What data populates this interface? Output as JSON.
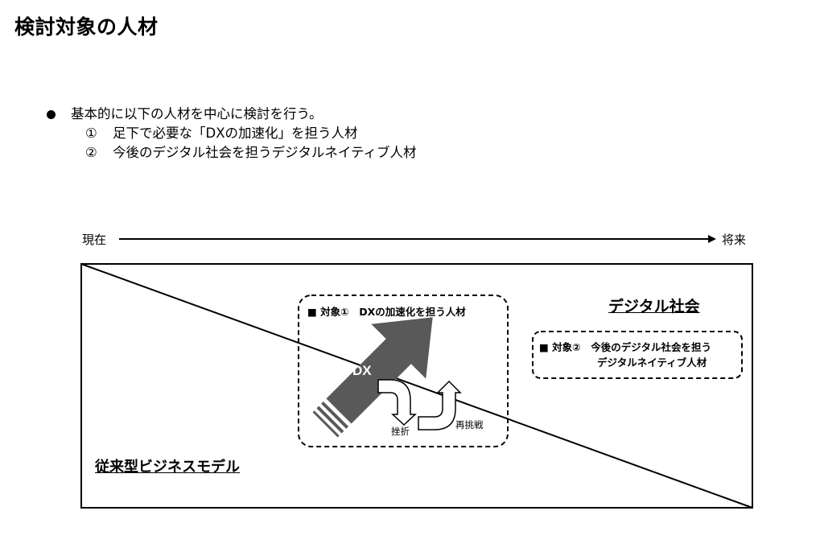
{
  "page_title": "検討対象の人材",
  "intro": {
    "bullet_text": "基本的に以下の人材を中心に検討を行う。",
    "items": [
      {
        "num": "①",
        "text": "足下で必要な「DXの加速化」を担う人材"
      },
      {
        "num": "②",
        "text": "今後のデジタル社会を担うデジタルネイティブ人材"
      }
    ]
  },
  "timeline": {
    "start_label": "現在",
    "end_label": "将来"
  },
  "diagram": {
    "legacy_label": "従来型ビジネスモデル",
    "digital_label": "デジタル社会",
    "target1": {
      "marker": "■",
      "label": "対象①　DXの加速化を担う人材"
    },
    "target2": {
      "marker": "■",
      "line1": "対象②　今後のデジタル社会を担う",
      "line2": "デジタルネイティブ人材"
    },
    "dx_arrow_label": "DX",
    "setback_label": "挫折",
    "retry_label": "再挑戦"
  }
}
